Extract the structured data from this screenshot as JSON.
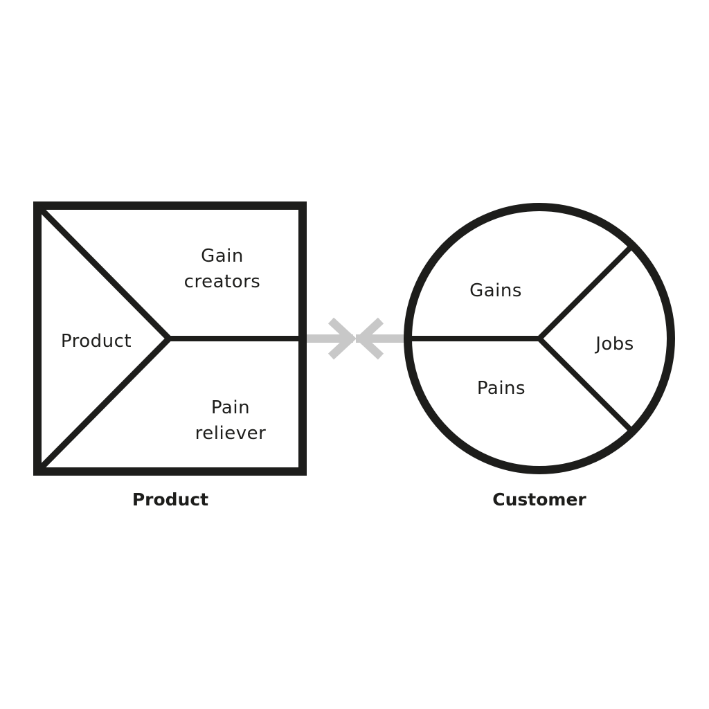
{
  "colors": {
    "stroke": "#1d1d1b",
    "arrow": "#c8c8c8",
    "background": "#ffffff"
  },
  "product": {
    "caption": "Product",
    "segments": {
      "product": "Product",
      "gain_creators_line1": "Gain",
      "gain_creators_line2": "creators",
      "pain_relievers_line1": "Pain",
      "pain_relievers_line2": "reliever"
    }
  },
  "customer": {
    "caption": "Customer",
    "segments": {
      "gains": "Gains",
      "jobs": "Jobs",
      "pains": "Pains"
    }
  },
  "connector": {
    "icon": "converging-arrows-icon"
  }
}
